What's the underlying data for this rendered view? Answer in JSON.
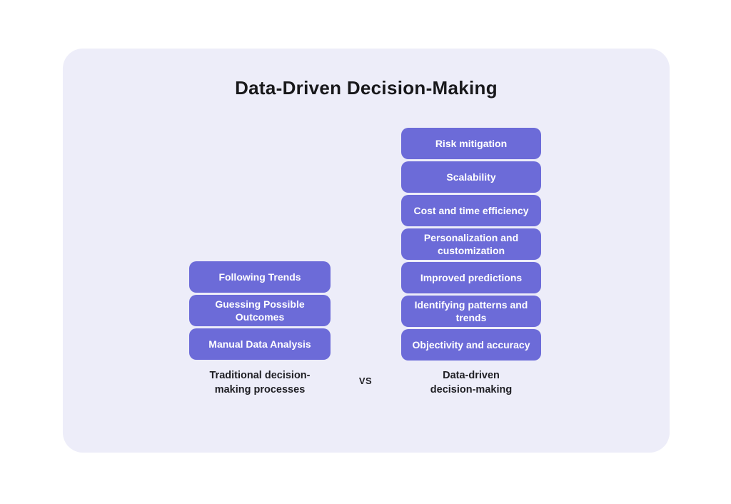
{
  "title": "Data-Driven Decision-Making",
  "vs_label": "VS",
  "colors": {
    "panel": "#ededf9",
    "pill": "#6c6bd8",
    "pill_text": "#ffffff",
    "title_text": "#18181b",
    "caption_text": "#1f1f24"
  },
  "left_column": {
    "caption": "Traditional decision-\nmaking processes",
    "items": [
      "Following Trends",
      "Guessing Possible Outcomes",
      "Manual Data Analysis"
    ]
  },
  "right_column": {
    "caption": "Data-driven\ndecision-making",
    "items": [
      "Risk mitigation",
      "Scalability",
      "Cost and time efficiency",
      "Personalization and customization",
      "Improved predictions",
      "Identifying patterns and trends",
      "Objectivity and accuracy"
    ]
  }
}
